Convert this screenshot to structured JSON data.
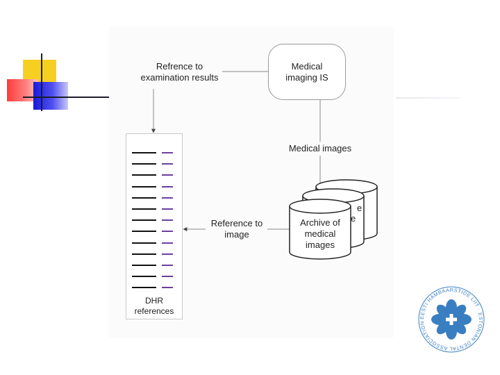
{
  "nodes": {
    "imaging_is": {
      "line1": "Medical",
      "line2": "imaging IS"
    },
    "archive": {
      "line1": "Archive of",
      "line2": "medical",
      "line3": "images",
      "hidden_fragment_1": "e",
      "hidden_fragment_2": "e"
    },
    "dhr": {
      "line1": "DHR",
      "line2": "references",
      "row_count": 13
    }
  },
  "edges": {
    "reference_to_results": {
      "line1": "Refrence to",
      "line2": "examination results"
    },
    "medical_images": {
      "label": "Medical images"
    },
    "reference_to_image": {
      "line1": "Reference to",
      "line2": "image"
    }
  },
  "colors": {
    "slide_yellow": "#f6d020",
    "slide_red": "#ff3b3b",
    "slide_blue": "#1a1ad8",
    "dhr_line_black": "#111111",
    "dhr_line_purple": "#6a3fa0",
    "logo_blue": "#3a7ec2"
  },
  "logo": {
    "icon": "association-seal-icon",
    "ring_text": "EESTI HAMBAARSTIDE LIIT · ESTONIAN DENTAL ASSOCIATION"
  }
}
